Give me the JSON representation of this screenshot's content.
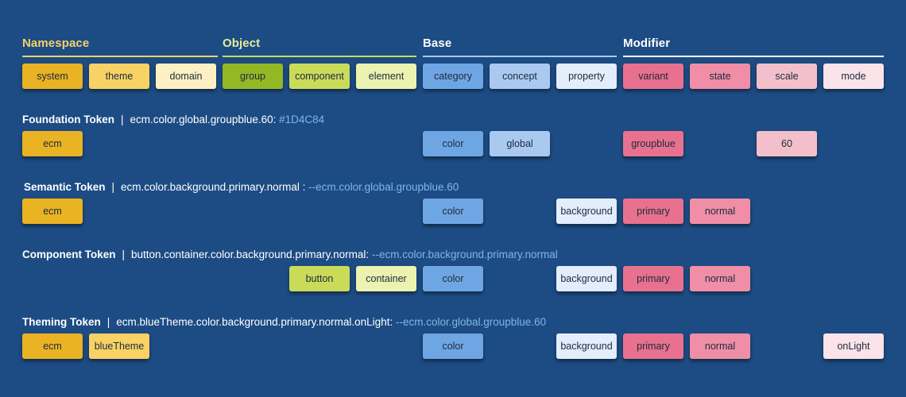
{
  "colors": {
    "background": "#1d4c84",
    "reference_text": "#7fb6e8",
    "system": "#e9b324",
    "theme": "#f8d264",
    "domain": "#fdf0c2",
    "group": "#94b824",
    "component": "#cadb5a",
    "element": "#ecf2b0",
    "category": "#6ea6e4",
    "concept": "#a9c9f1",
    "property": "#e3edfb",
    "variant": "#e8718f",
    "state": "#ef8ea6",
    "scale": "#f3bfcb",
    "mode": "#fbe3ea"
  },
  "groups": [
    {
      "title": "Namespace",
      "title_color": "#f8d264",
      "line_color": "#f8d264"
    },
    {
      "title": "Object",
      "title_color": "#e3ee9a",
      "line_color": "#cadb5a"
    },
    {
      "title": "Base",
      "title_color": "#ffffff",
      "line_color": "#a9c9f1"
    },
    {
      "title": "Modifier",
      "title_color": "#ffffff",
      "line_color": "#ffffff"
    }
  ],
  "legend": [
    "system",
    "theme",
    "domain",
    "group",
    "component",
    "element",
    "category",
    "concept",
    "property",
    "variant",
    "state",
    "scale",
    "mode"
  ],
  "tokens": [
    {
      "name": "Foundation Token",
      "separator": "|",
      "path": "ecm.color.global.groupblue.60:",
      "reference": "#1D4C84",
      "chips": [
        {
          "slot": "system",
          "label": "ecm"
        },
        {
          "slot": "category",
          "label": "color"
        },
        {
          "slot": "concept",
          "label": "global"
        },
        {
          "slot": "variant",
          "label": "groupblue"
        },
        {
          "slot": "scale",
          "label": "60"
        }
      ]
    },
    {
      "name": "Semantic Token",
      "separator": "|",
      "path": "ecm.color.background.primary.normal :",
      "reference": "--ecm.color.global.groupblue.60",
      "chips": [
        {
          "slot": "system",
          "label": "ecm"
        },
        {
          "slot": "category",
          "label": "color"
        },
        {
          "slot": "property",
          "label": "background"
        },
        {
          "slot": "variant",
          "label": "primary"
        },
        {
          "slot": "state",
          "label": "normal"
        }
      ]
    },
    {
      "name": "Component Token",
      "separator": "|",
      "path": "button.container.color.background.primary.normal:",
      "reference": "--ecm.color.background.primary.normal",
      "chips": [
        {
          "slot": "component",
          "label": "button"
        },
        {
          "slot": "element",
          "label": "container"
        },
        {
          "slot": "category",
          "label": "color"
        },
        {
          "slot": "property",
          "label": "background"
        },
        {
          "slot": "variant",
          "label": "primary"
        },
        {
          "slot": "state",
          "label": "normal"
        }
      ]
    },
    {
      "name": "Theming Token",
      "separator": "|",
      "path": "ecm.blueTheme.color.background.primary.normal.onLight:",
      "reference": "--ecm.color.global.groupblue.60",
      "chips": [
        {
          "slot": "system",
          "label": "ecm"
        },
        {
          "slot": "theme",
          "label": "blueTheme"
        },
        {
          "slot": "category",
          "label": "color"
        },
        {
          "slot": "property",
          "label": "background"
        },
        {
          "slot": "variant",
          "label": "primary"
        },
        {
          "slot": "state",
          "label": "normal"
        },
        {
          "slot": "mode",
          "label": "onLight"
        }
      ]
    }
  ]
}
